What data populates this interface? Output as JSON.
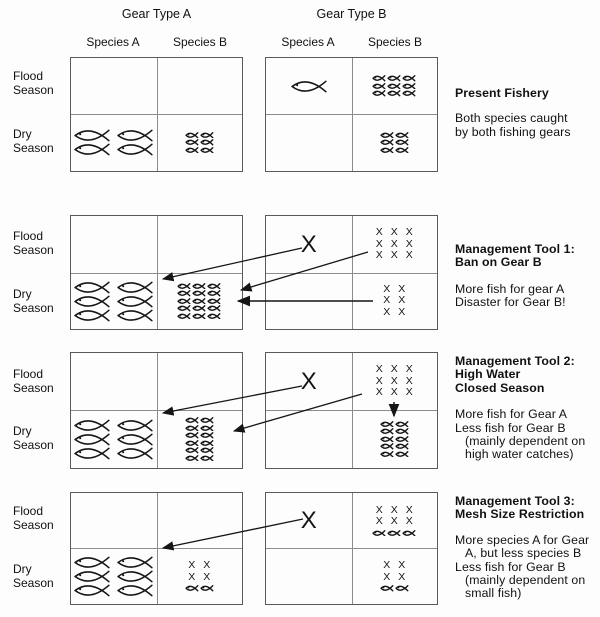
{
  "headers": {
    "gear_a": "Gear Type A",
    "gear_b": "Gear Type B",
    "species_a": "Species A",
    "species_b": "Species B"
  },
  "row_labels": {
    "flood": [
      "Flood",
      "Season"
    ],
    "dry": [
      "Dry",
      "Season"
    ]
  },
  "icons": {
    "big_fish": "big-fish-icon (large species-A fish glyph)",
    "small_fish": "small-fish-icon (small species-B fish glyph)",
    "x_mark_char": "X",
    "big_x_char": "X"
  },
  "colors": {
    "ink": "#111111",
    "table_border": "#5a5a5a",
    "divider": "#8c8c8c",
    "background": "#fdfdfd"
  },
  "annotations": {
    "present": {
      "title": [
        "Present Fishery"
      ],
      "body": [
        "Both species caught",
        "by both fishing gears"
      ]
    },
    "tool1": {
      "title": [
        "Management Tool 1:",
        "Ban on Gear B"
      ],
      "body": [
        "More fish for gear A",
        "Disaster for Gear B!"
      ]
    },
    "tool2": {
      "title": [
        "Management Tool 2:",
        "High Water",
        "Closed Season"
      ],
      "body": [
        "More fish for Gear A",
        "Less fish for Gear B",
        "(mainly dependent on",
        "high water catches)"
      ]
    },
    "tool3": {
      "title": [
        "Management Tool 3:",
        "Mesh Size Restriction"
      ],
      "body": [
        "More species A for Gear",
        "A, but less species B",
        "Less fish for Gear B",
        "(mainly dependent on",
        "small fish)"
      ]
    }
  },
  "cells": {
    "present": {
      "gearA": {
        "dry_speciesA": [
          {
            "icon": "big-fish",
            "rows": 2,
            "cols": 2
          }
        ],
        "dry_speciesB": [
          {
            "icon": "small-fish",
            "rows": 3,
            "cols": 2
          }
        ]
      },
      "gearB": {
        "flood_speciesA": [
          {
            "icon": "big-fish",
            "rows": 1,
            "cols": 1
          }
        ],
        "flood_speciesB": [
          {
            "icon": "small-fish",
            "rows": 3,
            "cols": 3
          }
        ],
        "dry_speciesB": [
          {
            "icon": "small-fish",
            "rows": 3,
            "cols": 2
          }
        ]
      }
    },
    "tool1": {
      "gearA": {
        "dry_speciesA": [
          {
            "icon": "big-fish",
            "rows": 3,
            "cols": 2
          }
        ],
        "dry_speciesB": [
          {
            "icon": "small-fish",
            "rows": 5,
            "cols": 3
          }
        ]
      },
      "gearB": {
        "flood_speciesA": [
          {
            "icon": "big-x",
            "rows": 1,
            "cols": 1
          }
        ],
        "flood_speciesB": [
          {
            "icon": "x-mark",
            "rows": 3,
            "cols": 3
          }
        ],
        "dry_speciesB": [
          {
            "icon": "x-mark",
            "rows": 3,
            "cols": 2
          }
        ]
      }
    },
    "tool2": {
      "gearA": {
        "dry_speciesA": [
          {
            "icon": "big-fish",
            "rows": 3,
            "cols": 2
          }
        ],
        "dry_speciesB": [
          {
            "icon": "small-fish",
            "rows": 6,
            "cols": 2
          }
        ]
      },
      "gearB": {
        "flood_speciesA": [
          {
            "icon": "big-x",
            "rows": 1,
            "cols": 1
          }
        ],
        "flood_speciesB": [
          {
            "icon": "x-mark",
            "rows": 3,
            "cols": 3
          }
        ],
        "dry_speciesB": [
          {
            "icon": "small-fish",
            "rows": 5,
            "cols": 2
          }
        ]
      }
    },
    "tool3": {
      "gearA": {
        "dry_speciesA": [
          {
            "icon": "big-fish",
            "rows": 3,
            "cols": 2
          }
        ],
        "dry_speciesB": [
          {
            "icon": "x-mark",
            "rows": 2,
            "cols": 2
          },
          {
            "icon": "small-fish",
            "rows": 1,
            "cols": 2
          }
        ]
      },
      "gearB": {
        "flood_speciesA": [
          {
            "icon": "big-x",
            "rows": 1,
            "cols": 1
          }
        ],
        "flood_speciesB": [
          {
            "icon": "x-mark",
            "rows": 2,
            "cols": 3
          },
          {
            "icon": "small-fish",
            "rows": 1,
            "cols": 3
          }
        ],
        "dry_speciesB": [
          {
            "icon": "x-mark",
            "rows": 2,
            "cols": 2
          },
          {
            "icon": "small-fish",
            "rows": 1,
            "cols": 2
          }
        ]
      }
    }
  }
}
